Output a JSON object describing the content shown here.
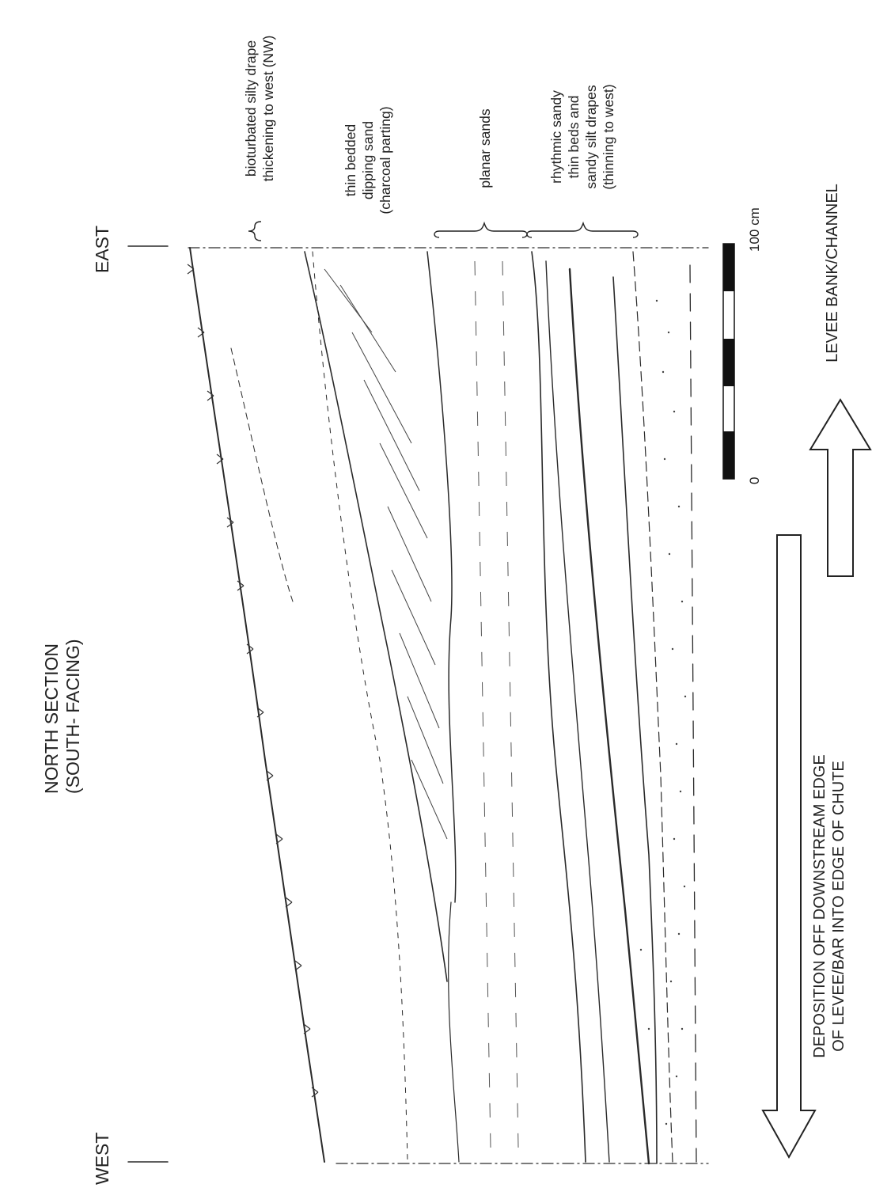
{
  "figure": {
    "title_line1": "NORTH SECTION",
    "title_line2": "(SOUTH- FACING)",
    "east_label": "EAST",
    "west_label": "WEST"
  },
  "units": {
    "u1_line1": "bioturbated silty drape",
    "u1_line2": "thickening to west (NW)",
    "u2_line1": "thin bedded",
    "u2_line2": "dipping sand",
    "u2_line3": "(charcoal parting)",
    "u3_line1": "planar sands",
    "u4_line1": "rhythmic sandy",
    "u4_line2": "thin beds and",
    "u4_line3": "sandy silt drapes",
    "u4_line4": "(thinning to west)"
  },
  "scale_bar": {
    "zero_label": "0",
    "max_label": "100 cm",
    "segments": 6
  },
  "arrows": {
    "right_label": "LEVEE BANK/CHANNEL",
    "left_label_line1": "DEPOSITION OFF DOWNSTREAM EDGE",
    "left_label_line2": "OF LEVEE/BAR INTO EDGE OF CHUTE"
  },
  "colors": {
    "ink": "#2a2a2a",
    "scale_black": "#111111"
  }
}
